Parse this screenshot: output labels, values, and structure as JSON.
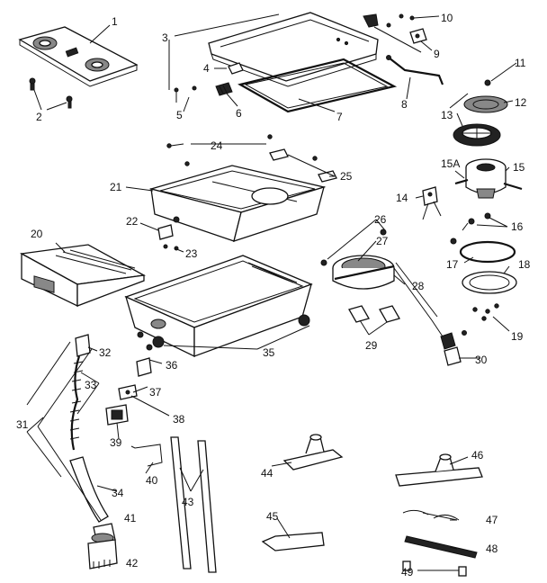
{
  "diagram": {
    "callouts": {
      "c1": "1",
      "c2": "2",
      "c3": "3",
      "c4": "4",
      "c5": "5",
      "c6": "6",
      "c7": "7",
      "c8": "8",
      "c9": "9",
      "c10": "10",
      "c11": "11",
      "c12": "12",
      "c13": "13",
      "c14": "14",
      "c15": "15",
      "c15a": "15A",
      "c16": "16",
      "c17": "17",
      "c18": "18",
      "c19": "19",
      "c20": "20",
      "c21": "21",
      "c22": "22",
      "c23": "23",
      "c24": "24",
      "c25": "25",
      "c26": "26",
      "c27": "27",
      "c28": "28",
      "c29": "29",
      "c30": "30",
      "c31": "31",
      "c32": "32",
      "c33": "33",
      "c34": "34",
      "c35": "35",
      "c36": "36",
      "c37": "37",
      "c38": "38",
      "c39": "39",
      "c40": "40",
      "c41": "41",
      "c42": "42",
      "c43": "43",
      "c44": "44",
      "c45": "45",
      "c46": "46",
      "c47": "47",
      "c48": "48",
      "c49": "49"
    }
  }
}
